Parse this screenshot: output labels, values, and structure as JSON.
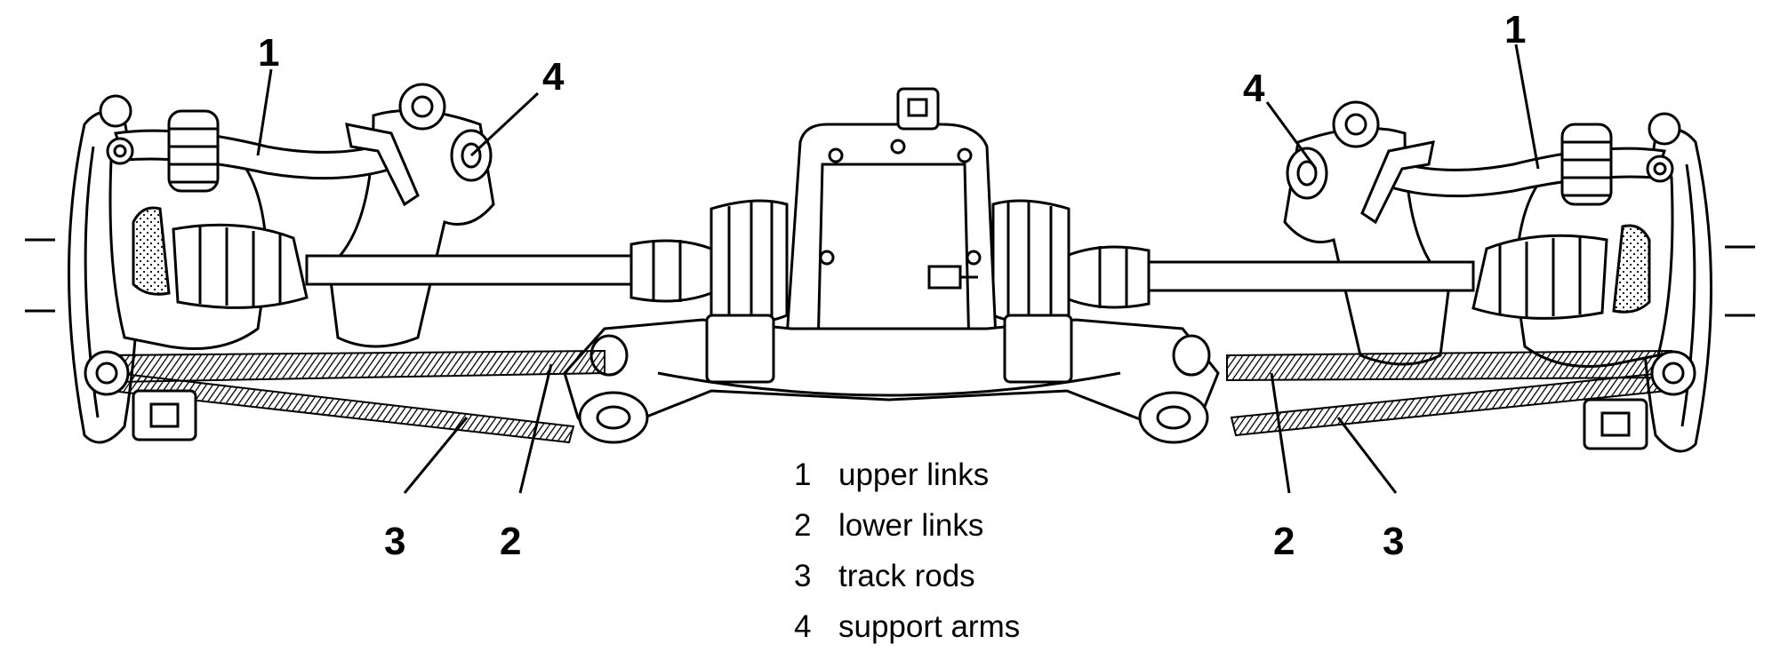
{
  "callouts": {
    "left_upper_link": "1",
    "right_upper_link": "1",
    "left_support_arm": "4",
    "right_support_arm": "4",
    "left_track_rod": "3",
    "left_lower_link": "2",
    "right_lower_link": "2",
    "right_track_rod": "3"
  },
  "legend": [
    {
      "number": "1",
      "label": "upper links"
    },
    {
      "number": "2",
      "label": "lower links"
    },
    {
      "number": "3",
      "label": "track rods"
    },
    {
      "number": "4",
      "label": "support arms"
    }
  ]
}
